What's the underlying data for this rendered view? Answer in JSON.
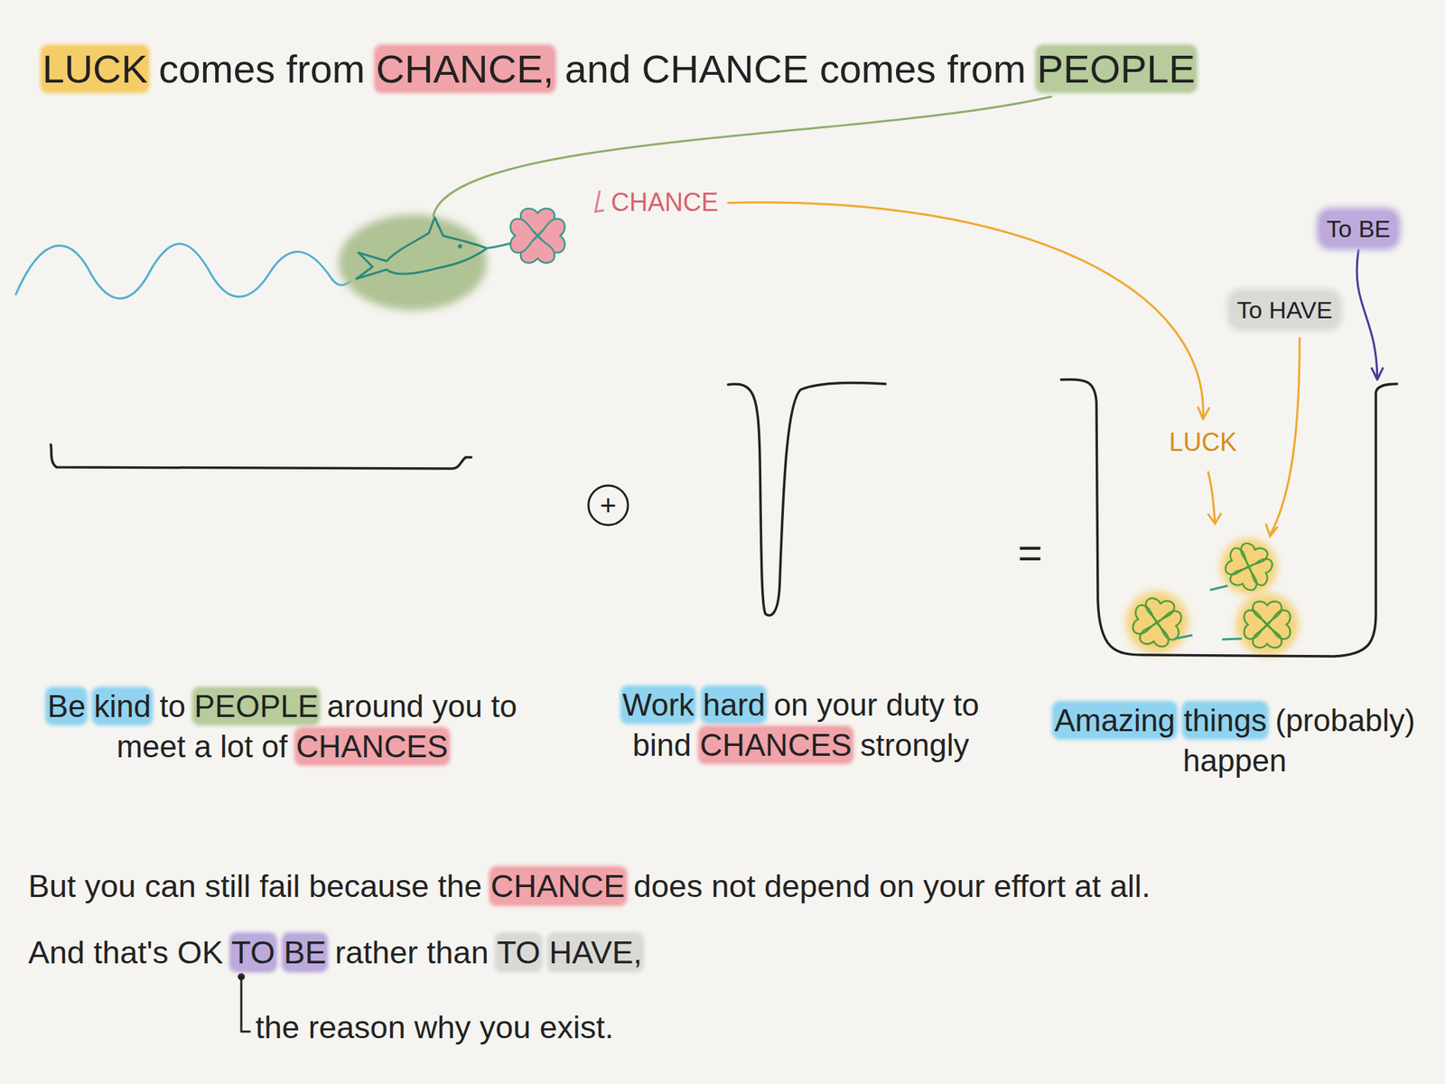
{
  "diagram": {
    "title": "LUCK comes from CHANCE, and CHANCE comes from PEOPLE",
    "nodes": [
      {
        "text": [
          "CHANCE"
        ]
      },
      {
        "text": [
          "To BE"
        ]
      },
      {
        "text": [
          "To HAVE"
        ]
      },
      {
        "text": [
          "Be kind to PEOPLE around you to meet a lot of CHANCES"
        ]
      },
      {
        "text": [
          "Work hard on your duty to bind CHANCES strongly"
        ]
      },
      {
        "text": [
          "Amazing things (probably) happen"
        ]
      },
      {
        "text": [
          "LUCK"
        ],
        "in": 5
      }
    ],
    "edges": [
      {
        "from": 0,
        "to": 6,
        "arrow": "to"
      },
      {
        "from": 1,
        "to": 5,
        "arrow": "to"
      }
    ],
    "labels": [
      "+",
      "=",
      "But you can still fail because the CHANCE does not depend on your effort at all.",
      "And that's OK TO BE rather than TO HAVE,",
      "the reason why you exist."
    ]
  }
}
